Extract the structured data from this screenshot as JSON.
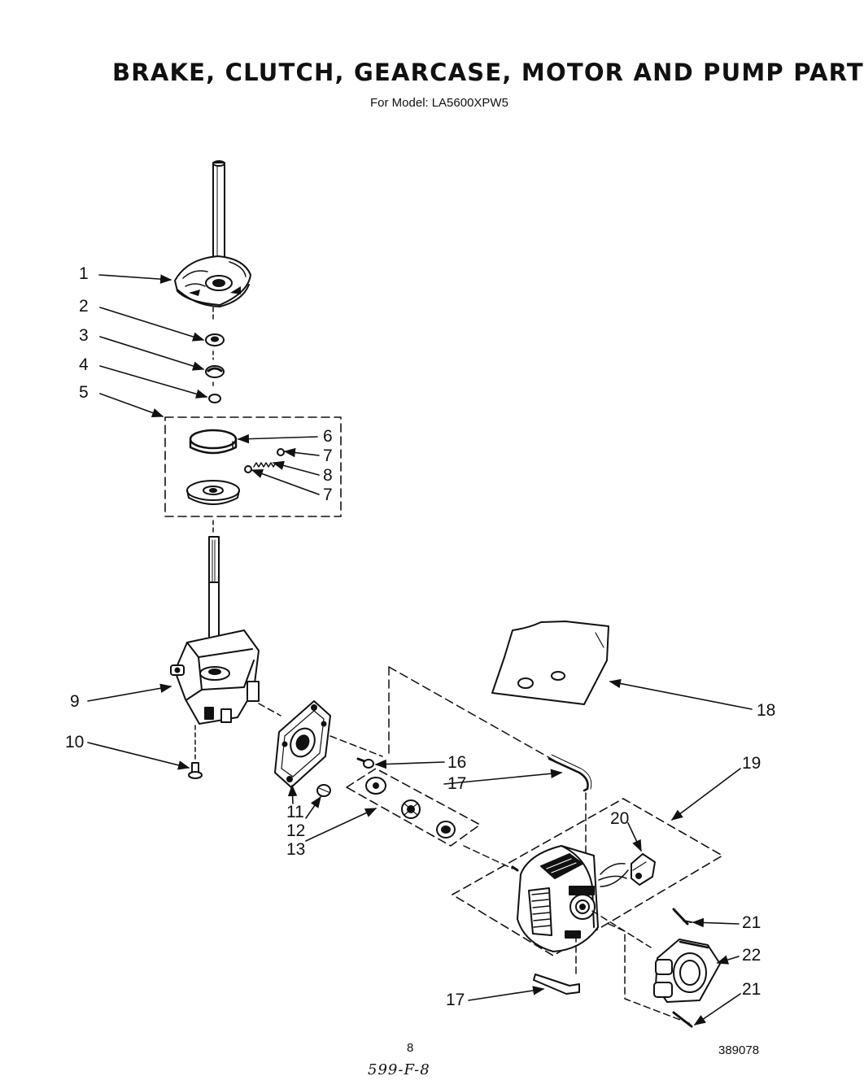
{
  "title": "BRAKE, CLUTCH, GEARCASE, MOTOR AND PUMP PARTS",
  "subtitle": {
    "prefix": "For Model:",
    "model": "LA5600XPW5"
  },
  "callouts": {
    "c1": "1",
    "c2": "2",
    "c3": "3",
    "c4": "4",
    "c5": "5",
    "c6": "6",
    "c7a": "7",
    "c8": "8",
    "c7b": "7",
    "c9": "9",
    "c10": "10",
    "c11": "11",
    "c12": "12",
    "c13": "13",
    "c16": "16",
    "c17a": "17",
    "c18": "18",
    "c19": "19",
    "c20": "20",
    "c21a": "21",
    "c22": "22",
    "c17b": "17",
    "c21b": "21"
  },
  "footer": {
    "page_number": "8",
    "document_number": "389078",
    "handwritten_note": "599-F-8"
  }
}
